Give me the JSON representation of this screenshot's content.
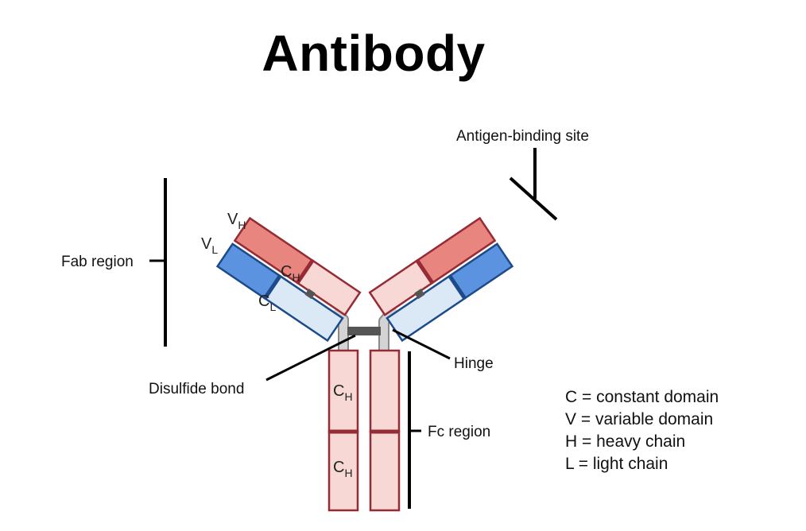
{
  "title": "Antibody",
  "colors": {
    "heavy_variable": "#e8857e",
    "heavy_constant": "#f7d8d4",
    "heavy_border": "#962a35",
    "light_variable": "#5c93e0",
    "light_constant": "#dbe8f6",
    "light_border": "#1d4b8a",
    "hinge": "#d0d0d0",
    "bond": "#555555",
    "line": "#000000"
  },
  "labels": {
    "fab_region": "Fab region",
    "antigen_binding_site": "Antigen-binding site",
    "hinge": "Hinge",
    "disulfide_bond": "Disulfide bond",
    "fc_region": "Fc region"
  },
  "domains": {
    "vh": {
      "letter": "V",
      "sub": "H"
    },
    "vl": {
      "letter": "V",
      "sub": "L"
    },
    "ch_arm": {
      "letter": "C",
      "sub": "H"
    },
    "cl": {
      "letter": "C",
      "sub": "L"
    },
    "ch_fc_top": {
      "letter": "C",
      "sub": "H"
    },
    "ch_fc_bottom": {
      "letter": "C",
      "sub": "H"
    }
  },
  "legend": [
    "C = constant domain",
    "V = variable domain",
    "H = heavy chain",
    "L = light chain"
  ]
}
